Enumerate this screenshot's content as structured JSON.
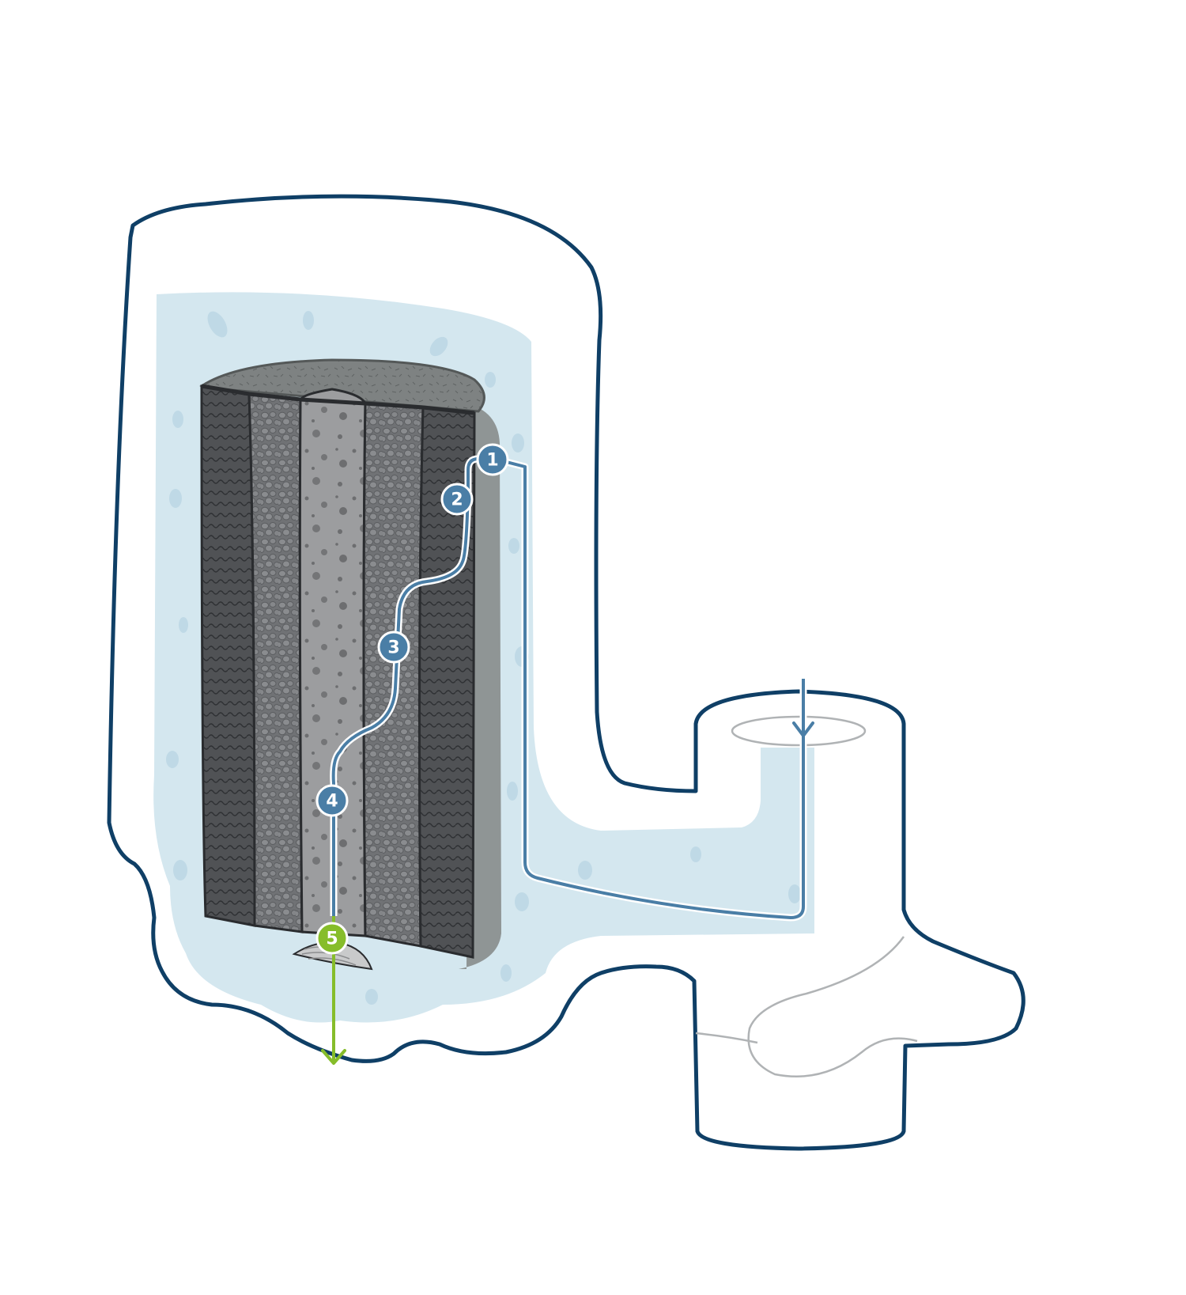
{
  "diagram": {
    "colors": {
      "outline": "#0f3f66",
      "water": "#d4e7ef",
      "water_spots": "#bfd9e6",
      "flow_blue": "#4a7ea6",
      "flow_green": "#86bd2a",
      "cartridge_dark": "#4d4f52",
      "cartridge_mid": "#6b6d70",
      "cartridge_core": "#8e8f91",
      "cartridge_side": "#8f9595",
      "faucet_line": "#b0b3b5"
    },
    "steps": [
      {
        "label": "1",
        "color": "blue"
      },
      {
        "label": "2",
        "color": "blue"
      },
      {
        "label": "3",
        "color": "blue"
      },
      {
        "label": "4",
        "color": "blue"
      },
      {
        "label": "5",
        "color": "green"
      }
    ]
  }
}
